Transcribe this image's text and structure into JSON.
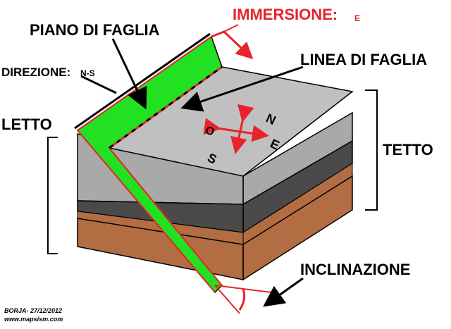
{
  "labels": {
    "piano_di_faglia": "PIANO DI FAGLIA",
    "immersione": "IMMERSIONE:",
    "immersione_value": "E",
    "direzione": "DIREZIONE:",
    "direzione_value": "N-S",
    "linea_di_faglia": "LINEA DI FAGLIA",
    "letto": "LETTO",
    "tetto": "TETTO",
    "inclinazione": "INCLINAZIONE"
  },
  "compass": {
    "north": "N",
    "south": "S",
    "east": "E",
    "west": "O"
  },
  "credits": {
    "author": "BORJA- 27/12/2012",
    "site": "www.mapsism.com"
  },
  "colors": {
    "gray_top": "#bfbfbf",
    "gray_side": "#a9a9a9",
    "brown": "#b26d43",
    "dark_band": "#4a4a4a",
    "green": "#22e022",
    "red": "#e8232b",
    "black": "#000000"
  }
}
